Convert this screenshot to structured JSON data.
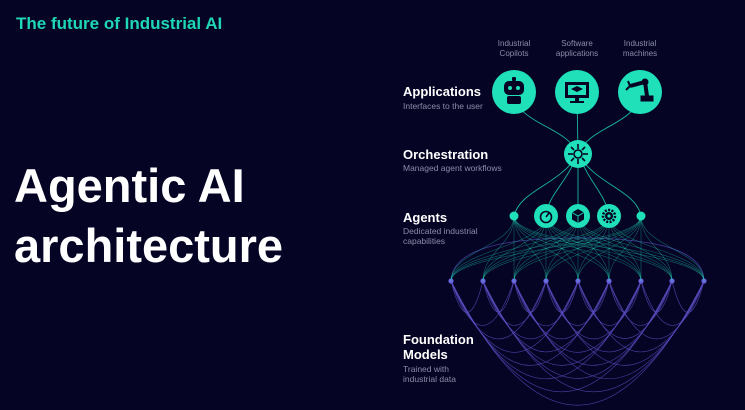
{
  "header": {
    "kicker": "The future of Industrial AI"
  },
  "hero": {
    "line1": "Agentic AI",
    "line2": "architecture"
  },
  "layers": {
    "applications": {
      "title": "Applications",
      "subtitle": "Interfaces to the user"
    },
    "orchestration": {
      "title": "Orchestration",
      "subtitle": "Managed agent workflows"
    },
    "agents": {
      "title": "Agents",
      "subtitle_line1": "Dedicated industrial",
      "subtitle_line2": "capabilities"
    },
    "foundation": {
      "title_line1": "Foundation",
      "title_line2": "Models",
      "subtitle_line1": "Trained with",
      "subtitle_line2": "industrial data"
    }
  },
  "applications": [
    {
      "line1": "Industrial",
      "line2": "Copilots",
      "icon": "robot-icon"
    },
    {
      "line1": "Software",
      "line2": "applications",
      "icon": "monitor-icon"
    },
    {
      "line1": "Industrial",
      "line2": "machines",
      "icon": "robot-arm-icon"
    }
  ],
  "agents": [
    {
      "icon": "dot"
    },
    {
      "icon": "gauge-icon"
    },
    {
      "icon": "cube-icon"
    },
    {
      "icon": "gear-icon"
    },
    {
      "icon": "dot"
    }
  ],
  "colors": {
    "background": "#050424",
    "accent": "#1fd6b5",
    "foundation_lines": "#5b4fc4",
    "foundation_nodes": "#6d5fe0"
  }
}
